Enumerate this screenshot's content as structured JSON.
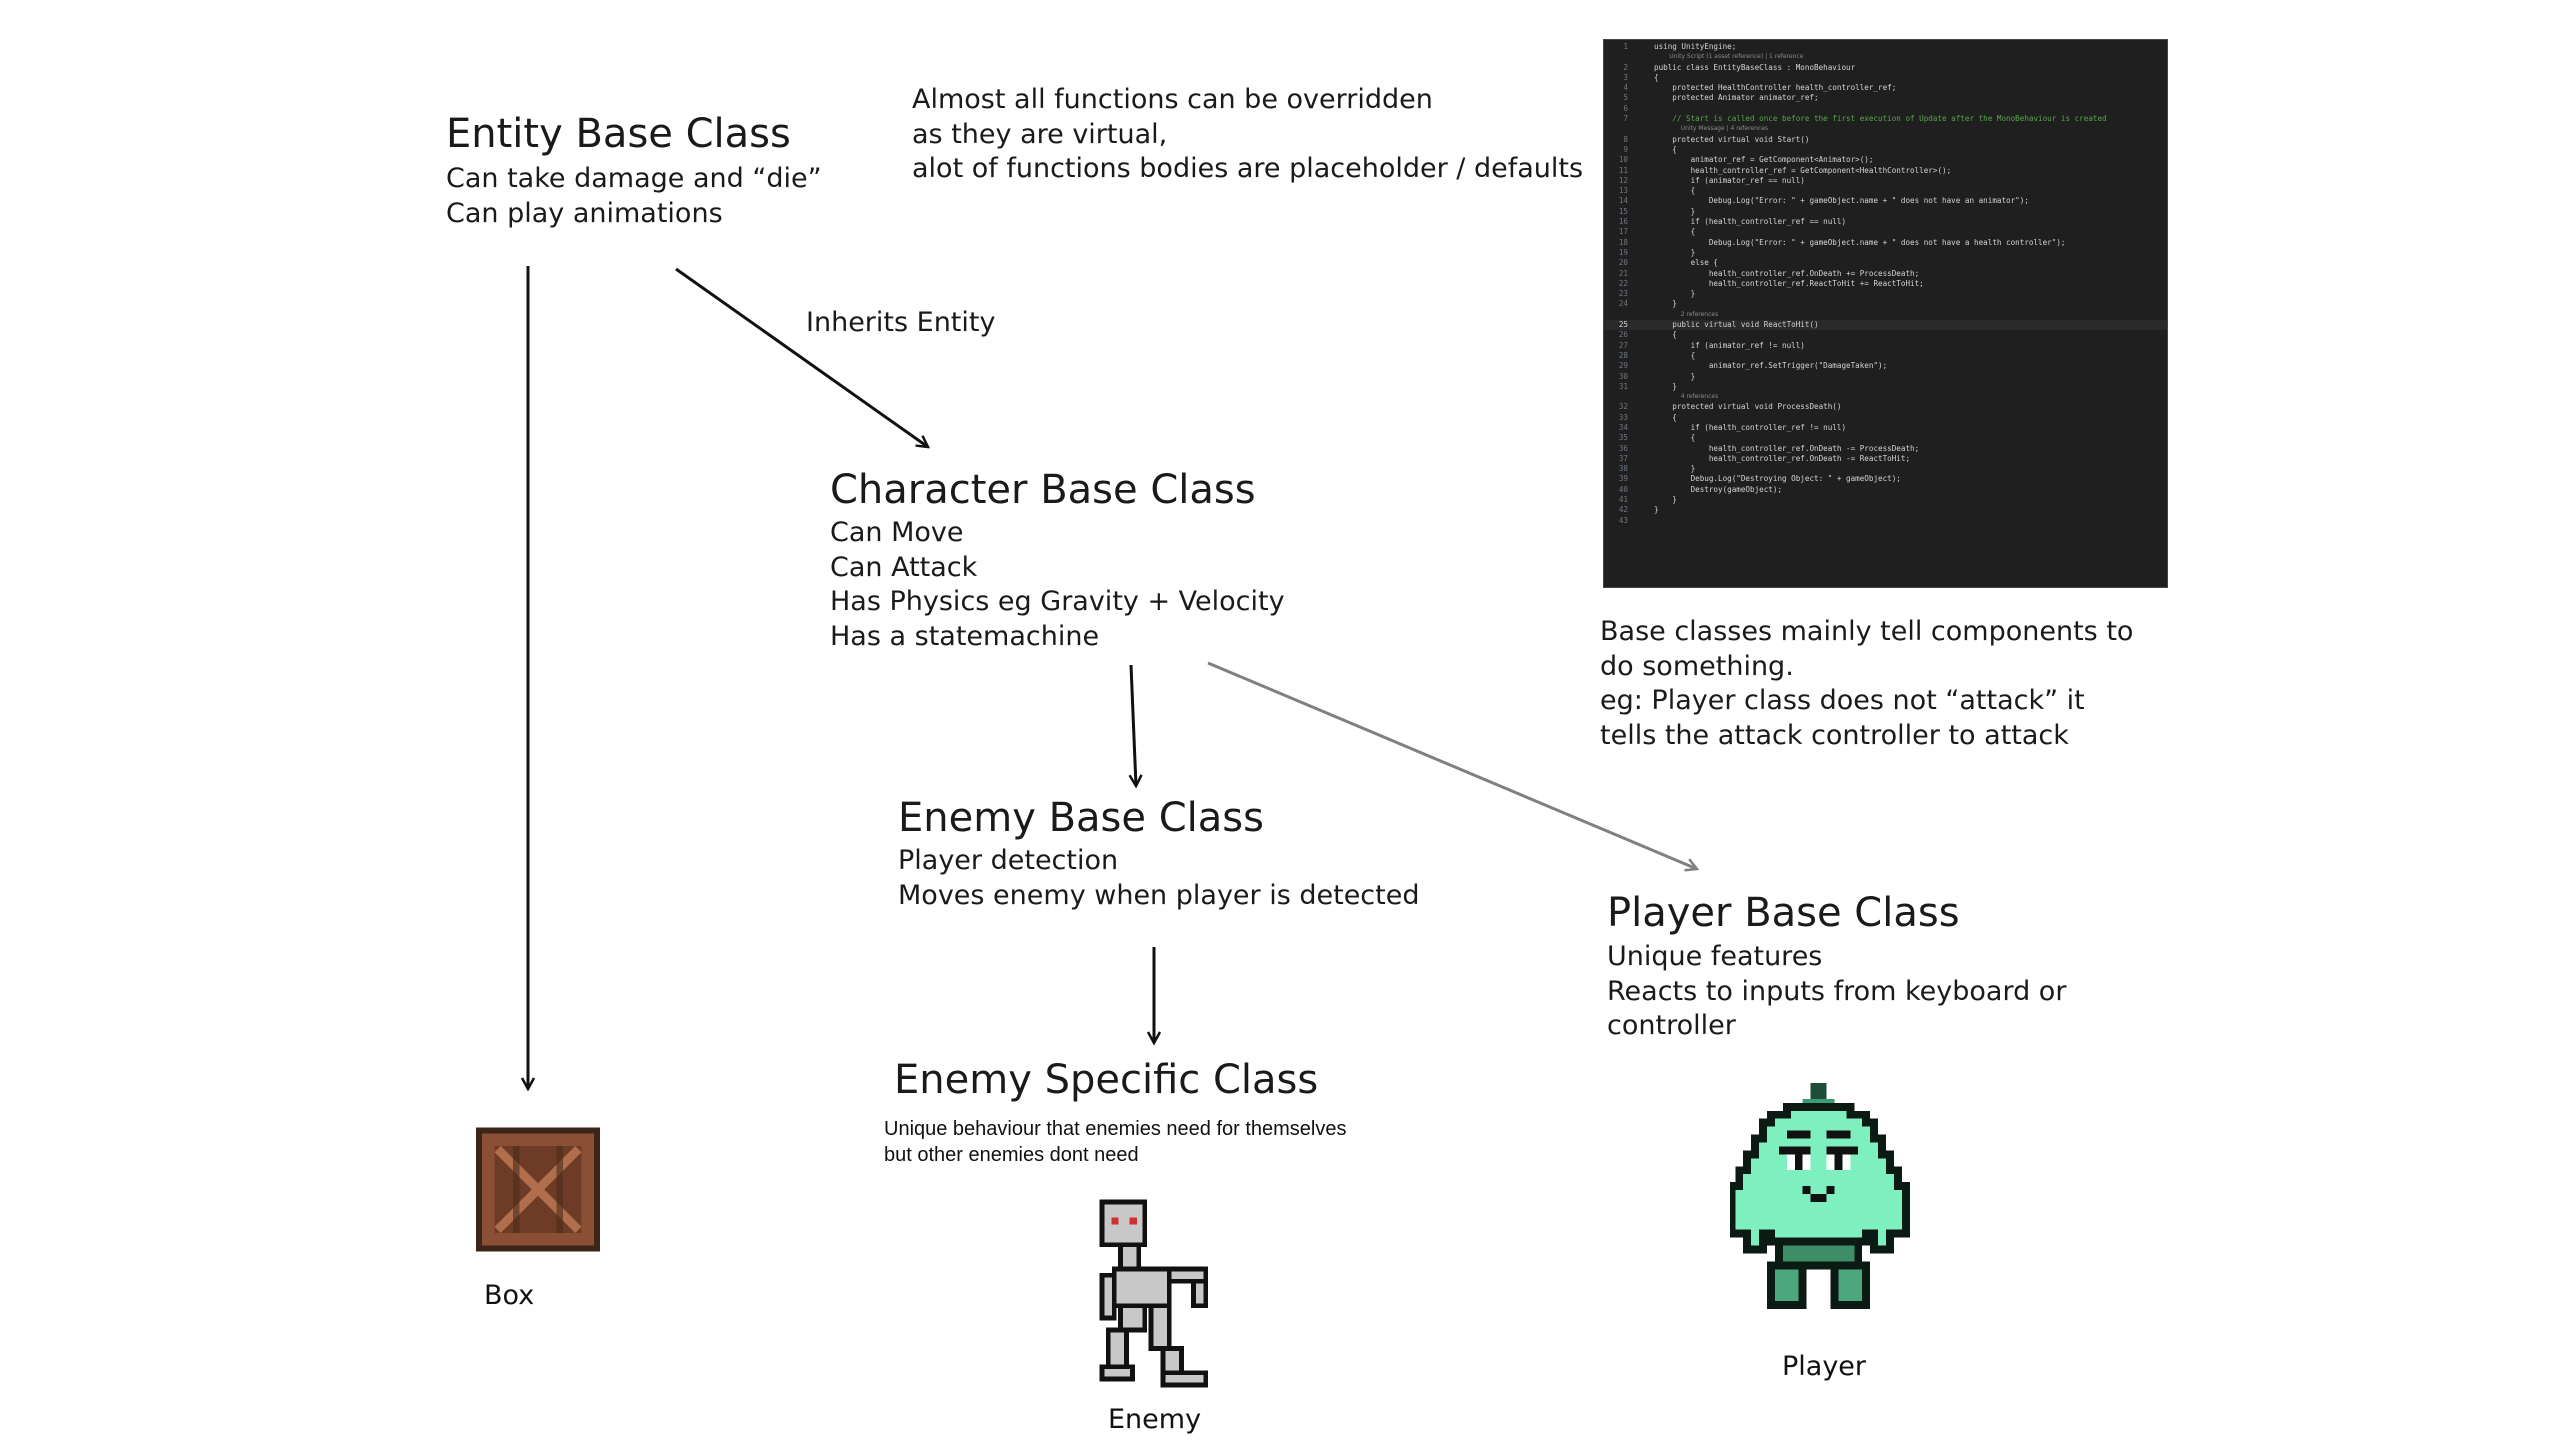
{
  "entity": {
    "title": "Entity Base Class",
    "lines": [
      "Can take damage and “die”",
      "Can play animations"
    ]
  },
  "note_virtual": {
    "lines": [
      "Almost all functions can be overridden",
      "as they are virtual,",
      "alot of functions bodies are placeholder / defaults"
    ]
  },
  "inherits_label": "Inherits Entity",
  "character": {
    "title": "Character Base Class",
    "lines": [
      "Can Move",
      "Can Attack",
      "Has Physics eg Gravity + Velocity",
      "Has a statemachine"
    ]
  },
  "enemy_base": {
    "title": "Enemy Base Class",
    "lines": [
      "Player detection",
      "Moves enemy when player is detected"
    ]
  },
  "enemy_specific": {
    "title": "Enemy Specific Class",
    "lines": [
      "Unique behaviour that enemies need for themselves",
      "but other enemies dont need"
    ]
  },
  "player_base": {
    "title": "Player Base Class",
    "lines": [
      "Unique features",
      "Reacts to inputs from keyboard or",
      "controller"
    ]
  },
  "note_base": {
    "lines": [
      "Base classes mainly tell components to",
      "do something.",
      "eg: Player class does not “attack” it",
      "tells the attack controller to attack"
    ]
  },
  "captions": {
    "box": "Box",
    "enemy": "Enemy",
    "player": "Player"
  },
  "colors": {
    "arrow": "#111111",
    "arrow_gray": "#808080",
    "code_bg": "#1f1f1f"
  },
  "code": [
    {
      "n": "1",
      "t": "using UnityEngine;"
    },
    {
      "n": "",
      "t": "        Unity Script (1 asset reference) | 1 reference",
      "k": "lens"
    },
    {
      "n": "2",
      "t": "public class EntityBaseClass : MonoBehaviour"
    },
    {
      "n": "3",
      "t": "{"
    },
    {
      "n": "4",
      "t": "    protected HealthController health_controller_ref;"
    },
    {
      "n": "5",
      "t": "    protected Animator animator_ref;"
    },
    {
      "n": "6",
      "t": ""
    },
    {
      "n": "7",
      "t": "    // Start is called once before the first execution of Update after the MonoBehaviour is created",
      "k": "cm"
    },
    {
      "n": "",
      "t": "              Unity Message | 4 references",
      "k": "lens"
    },
    {
      "n": "8",
      "t": "    protected virtual void Start()"
    },
    {
      "n": "9",
      "t": "    {"
    },
    {
      "n": "10",
      "t": "        animator_ref = GetComponent<Animator>();"
    },
    {
      "n": "11",
      "t": "        health_controller_ref = GetComponent<HealthController>();"
    },
    {
      "n": "12",
      "t": "        if (animator_ref == null)"
    },
    {
      "n": "13",
      "t": "        {"
    },
    {
      "n": "14",
      "t": "            Debug.Log(\"Error: \" + gameObject.name + \" does not have an animator\");"
    },
    {
      "n": "15",
      "t": "        }"
    },
    {
      "n": "16",
      "t": "        if (health_controller_ref == null)"
    },
    {
      "n": "17",
      "t": "        {"
    },
    {
      "n": "18",
      "t": "            Debug.Log(\"Error: \" + gameObject.name + \" does not have a health controller\");"
    },
    {
      "n": "19",
      "t": "        }"
    },
    {
      "n": "20",
      "t": "        else {"
    },
    {
      "n": "21",
      "t": "            health_controller_ref.OnDeath += ProcessDeath;"
    },
    {
      "n": "22",
      "t": "            health_controller_ref.ReactToHit += ReactToHit;"
    },
    {
      "n": "23",
      "t": "        }"
    },
    {
      "n": "24",
      "t": "    }"
    },
    {
      "n": "",
      "t": "              2 references",
      "k": "lens"
    },
    {
      "n": "25",
      "t": "    public virtual void ReactToHit()",
      "k": "hl"
    },
    {
      "n": "26",
      "t": "    {"
    },
    {
      "n": "27",
      "t": "        if (animator_ref != null)"
    },
    {
      "n": "28",
      "t": "        {"
    },
    {
      "n": "29",
      "t": "            animator_ref.SetTrigger(\"DamageTaken\");"
    },
    {
      "n": "30",
      "t": "        }"
    },
    {
      "n": "31",
      "t": "    }"
    },
    {
      "n": "",
      "t": "              4 references",
      "k": "lens"
    },
    {
      "n": "32",
      "t": "    protected virtual void ProcessDeath()"
    },
    {
      "n": "33",
      "t": "    {"
    },
    {
      "n": "34",
      "t": "        if (health_controller_ref != null)"
    },
    {
      "n": "35",
      "t": "        {"
    },
    {
      "n": "36",
      "t": "            health_controller_ref.OnDeath -= ProcessDeath;"
    },
    {
      "n": "37",
      "t": "            health_controller_ref.OnDeath -= ReactToHit;"
    },
    {
      "n": "38",
      "t": "        }"
    },
    {
      "n": "39",
      "t": "        Debug.Log(\"Destroying Object: \" + gameObject);"
    },
    {
      "n": "40",
      "t": "        Destroy(gameObject);"
    },
    {
      "n": "41",
      "t": "    }"
    },
    {
      "n": "42",
      "t": "}"
    },
    {
      "n": "43",
      "t": ""
    }
  ]
}
